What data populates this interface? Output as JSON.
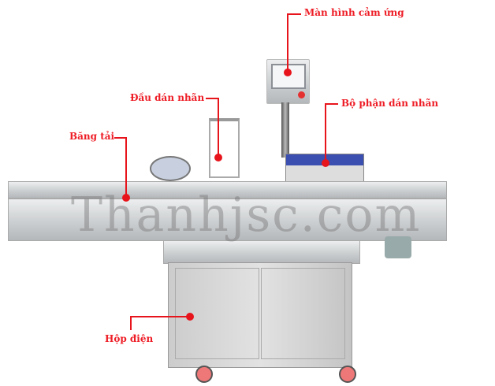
{
  "labels": {
    "touch_screen": "Màn hình cảm ứng",
    "label_head": "Đầu dán nhãn",
    "labeling_unit": "Bộ phận dán nhãn",
    "conveyor": "Băng tải",
    "control_box": "Hộp điện"
  },
  "watermark": "Thanhjsc.com",
  "colors": {
    "annotation": "#e8141c",
    "conveyor_line": "#22c07a"
  }
}
